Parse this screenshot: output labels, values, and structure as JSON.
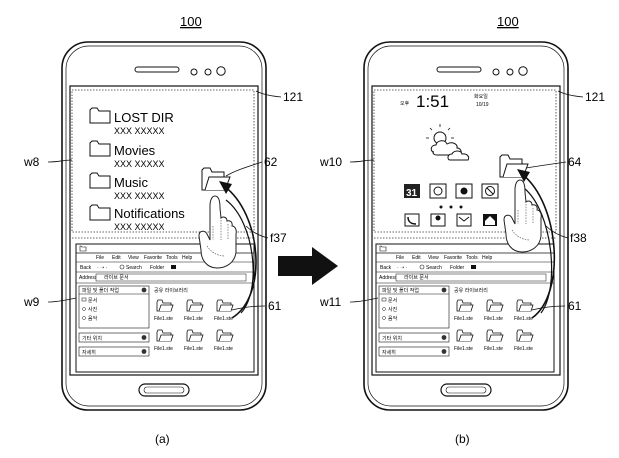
{
  "figure": {
    "ref_top_a": "100",
    "ref_top_b": "100",
    "caption_a": "(a)",
    "caption_b": "(b)"
  },
  "callouts": {
    "a": {
      "window_top": "121",
      "upper": "w8",
      "icon": "62",
      "gesture": "f37",
      "lower": "w9",
      "files": "61"
    },
    "b": {
      "window_top": "121",
      "upper": "w10",
      "icon": "64",
      "gesture": "f38",
      "lower": "w11",
      "files": "61"
    }
  },
  "panel_a": {
    "folders": [
      {
        "name": "LOST DIR",
        "sub": "XXX XXXXX"
      },
      {
        "name": "Movies",
        "sub": "XXX XXXXX"
      },
      {
        "name": "Music",
        "sub": "XXX XXXXX"
      },
      {
        "name": "Notifications",
        "sub": "XXX XXXXX"
      }
    ]
  },
  "panel_b": {
    "time_prefix": "오후",
    "time": "1:51",
    "weekday": "화요일",
    "date": "10/19",
    "calendar_day": "31"
  },
  "explorer": {
    "menu": [
      "File",
      "Edit",
      "View",
      "Favorite",
      "Tools",
      "Help"
    ],
    "back": "Back",
    "search": "Search",
    "folder": "Folder",
    "address_label": "Address",
    "address_value": "라이브 문서",
    "left_header": "파일 및 폴더 작업",
    "left_items": [
      "문서",
      "사진",
      "음악"
    ],
    "right_header": "공유 라이브러리",
    "other": "기타 위치",
    "details": "자세히",
    "file_name": "File1.ste"
  }
}
